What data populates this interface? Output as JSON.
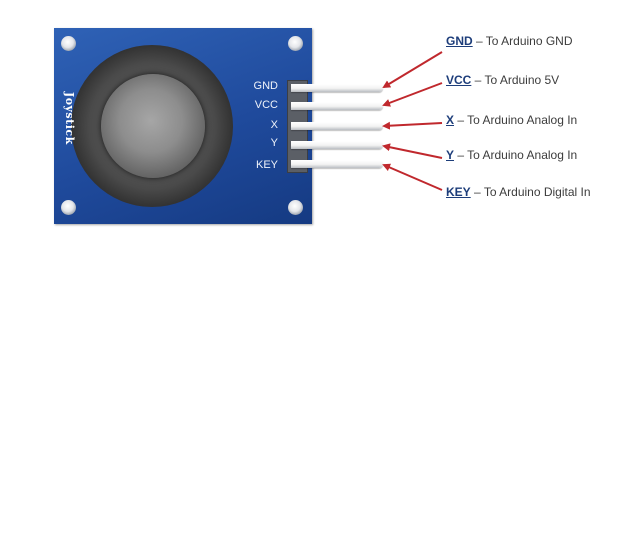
{
  "board": {
    "label": "Joystick",
    "color": "#1f4a9c",
    "pin_labels": [
      "GND",
      "VCC",
      "X",
      "Y",
      "KEY"
    ]
  },
  "connections": [
    {
      "pin": "GND",
      "separator": " – ",
      "description": "To Arduino GND"
    },
    {
      "pin": "VCC",
      "separator": " – ",
      "description": "To Arduino 5V"
    },
    {
      "pin": "X",
      "separator": " – ",
      "description": "To Arduino Analog In"
    },
    {
      "pin": "Y",
      "separator": " – ",
      "description": "To Arduino Analog In"
    },
    {
      "pin": "KEY",
      "separator": " – ",
      "description": "To Arduino Digital In"
    }
  ],
  "colors": {
    "arrow": "#c0282d",
    "pin_name_text": "#1d3d7a"
  }
}
